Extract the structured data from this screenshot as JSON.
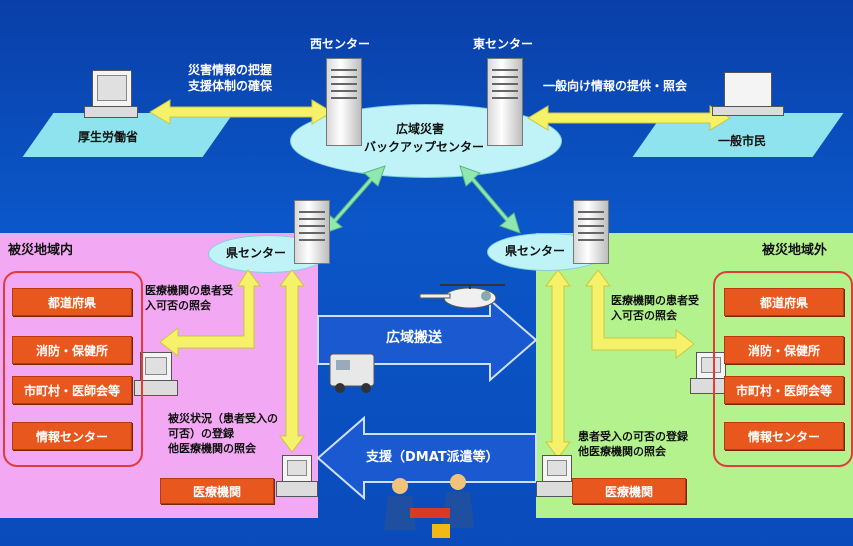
{
  "nodes": {
    "west_center": "西センター",
    "east_center": "東センター",
    "backup_center_line1": "広域災害",
    "backup_center_line2": "バックアップセンター",
    "ministry": "厚生労働省",
    "public": "一般市民",
    "pref_center_left": "県センター",
    "pref_center_right": "県センター"
  },
  "arrows": {
    "ministry_link_line1": "災害情報の把握",
    "ministry_link_line2": "支援体制の確保",
    "public_link": "一般向け情報の提供・照会",
    "transport": "広域搬送",
    "support": "支援（DMAT派遣等）"
  },
  "zone_left": {
    "title": "被災地域内",
    "items": [
      "都道府県",
      "消防・保健所",
      "市町村・医師会等",
      "情報センター"
    ],
    "note_top_line1": "医療機関の患者受",
    "note_top_line2": "入可否の照会",
    "note_bottom_line1": "被災状況（患者受入の",
    "note_bottom_line2": "可否）の登録",
    "note_bottom_line3": "他医療機関の照会",
    "hospital": "医療機関"
  },
  "zone_right": {
    "title": "被災地域外",
    "items": [
      "都道府県",
      "消防・保健所",
      "市町村・医師会等",
      "情報センター"
    ],
    "note_top_line1": "医療機関の患者受",
    "note_top_line2": "入可否の照会",
    "note_bottom_line1": "患者受入の可否の登録",
    "note_bottom_line2": "他医療機関の照会",
    "hospital": "医療機関"
  },
  "colors": {
    "background": "#0b56c8",
    "arrow_yellow": "#f5f26a",
    "arrow_green": "#8ee8b0",
    "org_button": "#e8581e",
    "zone_left": "#f2a8f2",
    "zone_right": "#b4f28e"
  }
}
